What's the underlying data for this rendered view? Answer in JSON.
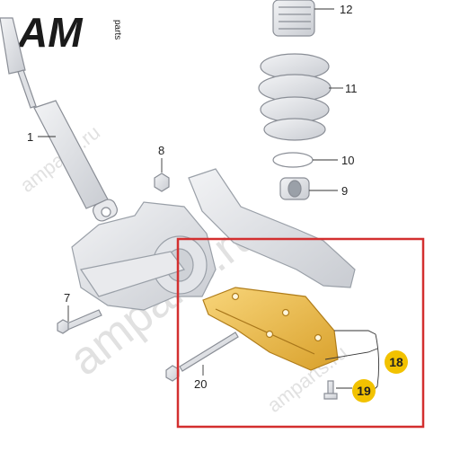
{
  "brand": {
    "logo_text": "AM",
    "logo_sub": "parts",
    "watermark": "amparts.ru"
  },
  "callouts": [
    {
      "number": "12"
    },
    {
      "number": "11"
    },
    {
      "number": "1"
    },
    {
      "number": "8"
    },
    {
      "number": "10"
    },
    {
      "number": "9"
    },
    {
      "number": "7"
    },
    {
      "number": "20"
    },
    {
      "number": "18",
      "highlighted": true
    },
    {
      "number": "19",
      "highlighted": true
    }
  ],
  "colors": {
    "highlight_frame": "#d32f2f",
    "badge_fill": "#f2c200",
    "shield_fill": "#f0c24b",
    "line_art": "#8a8e96"
  }
}
